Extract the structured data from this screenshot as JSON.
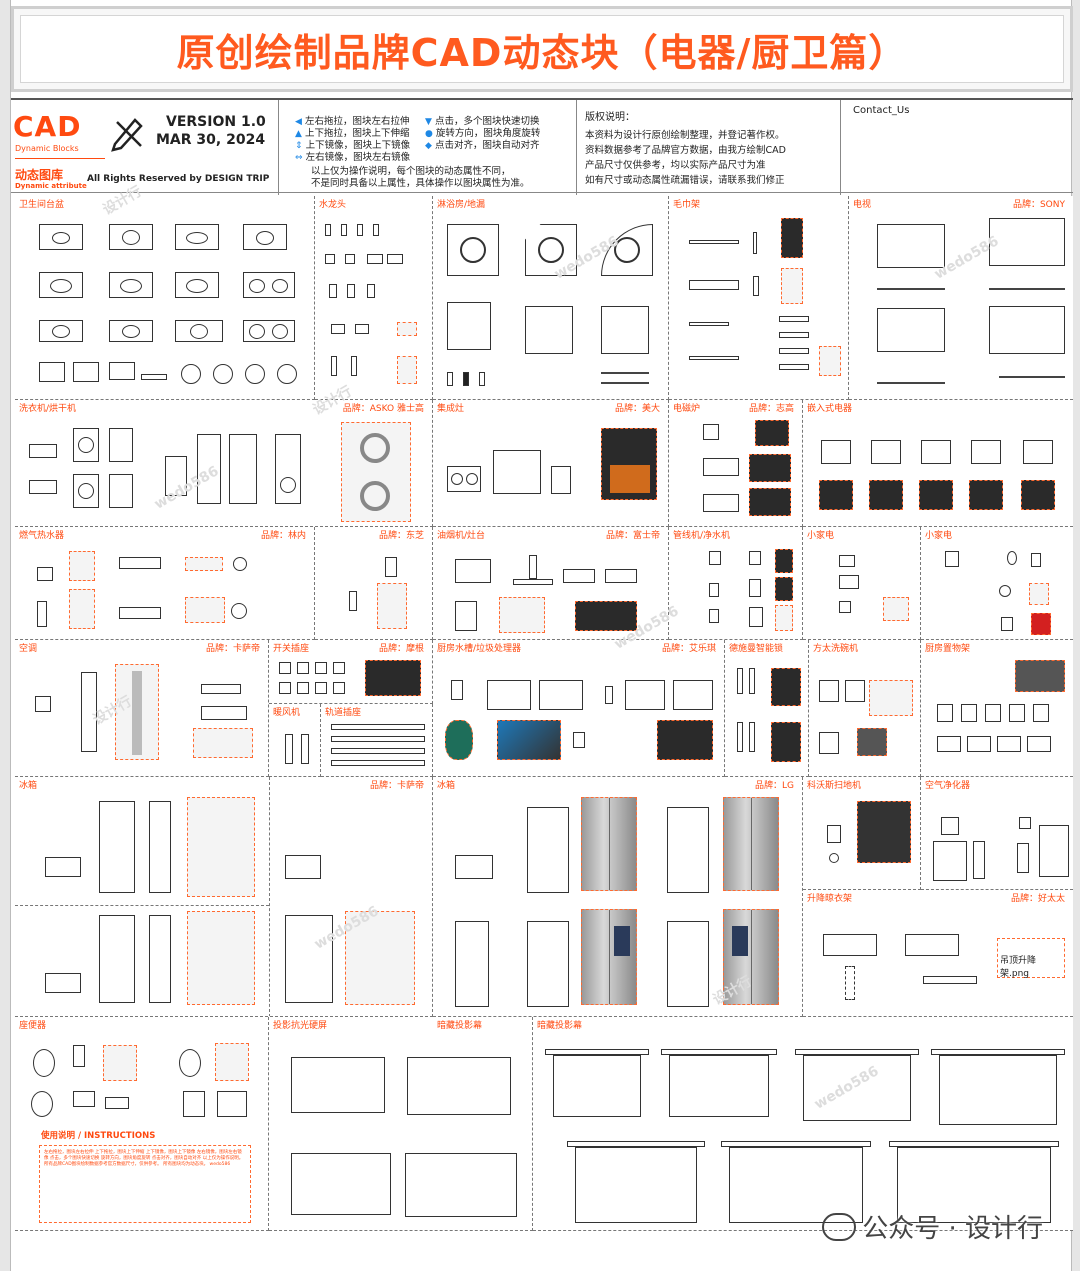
{
  "title": "原创绘制品牌CAD动态块（电器/厨卫篇）",
  "logo": {
    "cad": "CAD",
    "cad_sub": "Dynamic Blocks",
    "dyn_title": "动态图库",
    "dyn_sub": "Dynamic attribute",
    "version": "VERSION 1.0",
    "date": "MAR 30, 2024",
    "rights": "All Rights Reserved by DESIGN TRIP"
  },
  "instructions": {
    "left": [
      "左右拖拉，图块左右拉伸",
      "上下拖拉，图块上下伸缩",
      "上下镜像，图块上下镜像",
      "左右镜像，图块左右镜像"
    ],
    "right": [
      "点击，多个图块快速切换",
      "旋转方向，图块角度旋转",
      "点击对齐，图块自动对齐"
    ],
    "notes": [
      "以上仅为操作说明，每个图块的动态属性不同，",
      "不是同时具备以上属性，具体操作以图块属性为准。"
    ]
  },
  "copyright": {
    "title": "版权说明：",
    "lines": [
      "本资料为设计行原创绘制整理，并登记著作权。",
      "资料数据参考了品牌官方数据，由我方绘制CAD",
      "产品尺寸仅供参考，均以实际产品尺寸为准",
      "如有尺寸或动态属性疏漏错误，请联系我们修正"
    ]
  },
  "contact": "Contact_Us",
  "sections": {
    "basin": "卫生间台盆",
    "faucet": "水龙头",
    "shower": "淋浴房/地漏",
    "towel": "毛巾架",
    "tv": "电视",
    "tv_brand": "品牌：SONY",
    "washer": "洗衣机/烘干机",
    "washer_brand": "品牌：ASKO 雅士高",
    "stove_int": "集成灶",
    "stove_int_brand": "品牌：美大",
    "induction": "电磁炉",
    "induction_brand": "品牌：志高",
    "embedded": "嵌入式电器",
    "heater": "燃气热水器",
    "heater_brand": "品牌：林内",
    "heater_brand2": "品牌：东芝",
    "hood": "油烟机/灶台",
    "hood_brand": "品牌：富士帝",
    "pipe": "管线机/净水机",
    "small1": "小家电",
    "small2": "小家电",
    "ac": "空调",
    "ac_brand": "品牌：卡萨帝",
    "switch": "开关插座",
    "switch_brand": "品牌：摩根",
    "fan": "暖风机",
    "rail": "轨道插座",
    "sink": "厨房水槽/垃圾处理器",
    "sink_brand": "品牌：艾乐琪",
    "lock": "德施曼智能锁",
    "dishwasher": "方太洗碗机",
    "rack": "厨房置物架",
    "fridge1": "冰箱",
    "fridge1_brand": "品牌：卡萨帝",
    "fridge2": "冰箱",
    "fridge2_brand": "品牌：LG",
    "robot": "科沃斯扫地机",
    "purifier": "空气净化器",
    "clothes": "升降晾衣架",
    "clothes_brand": "品牌：好太太",
    "png_label": "吊顶升降架.png",
    "toilet": "座便器",
    "projector": "投影抗光硬屏",
    "ceiling_proj": "暗藏投影幕",
    "ceiling_proj2": "暗藏投影幕",
    "usage_title": "使用说明 / INSTRUCTIONS"
  },
  "usage_text": "左右拖拉，图块左右拉伸 上下拖拉，图块上下伸缩 上下镜像，图块上下镜像 左右镜像，图块左右镜像 点击，多个图块快速切换 旋转方向，图块角度旋转 点击对齐，图块自动对齐 以上仅为操作说明。 所有品牌CAD图块绘制数据参考官方数据尺寸，仅供参考。 所有图块均为动态块。 wedo586",
  "watermarks": [
    "设计行",
    "wedo586"
  ],
  "wechat": "公众号 · 设计行",
  "colors": {
    "accent": "#ff4a10",
    "blue": "#1e88e5"
  }
}
